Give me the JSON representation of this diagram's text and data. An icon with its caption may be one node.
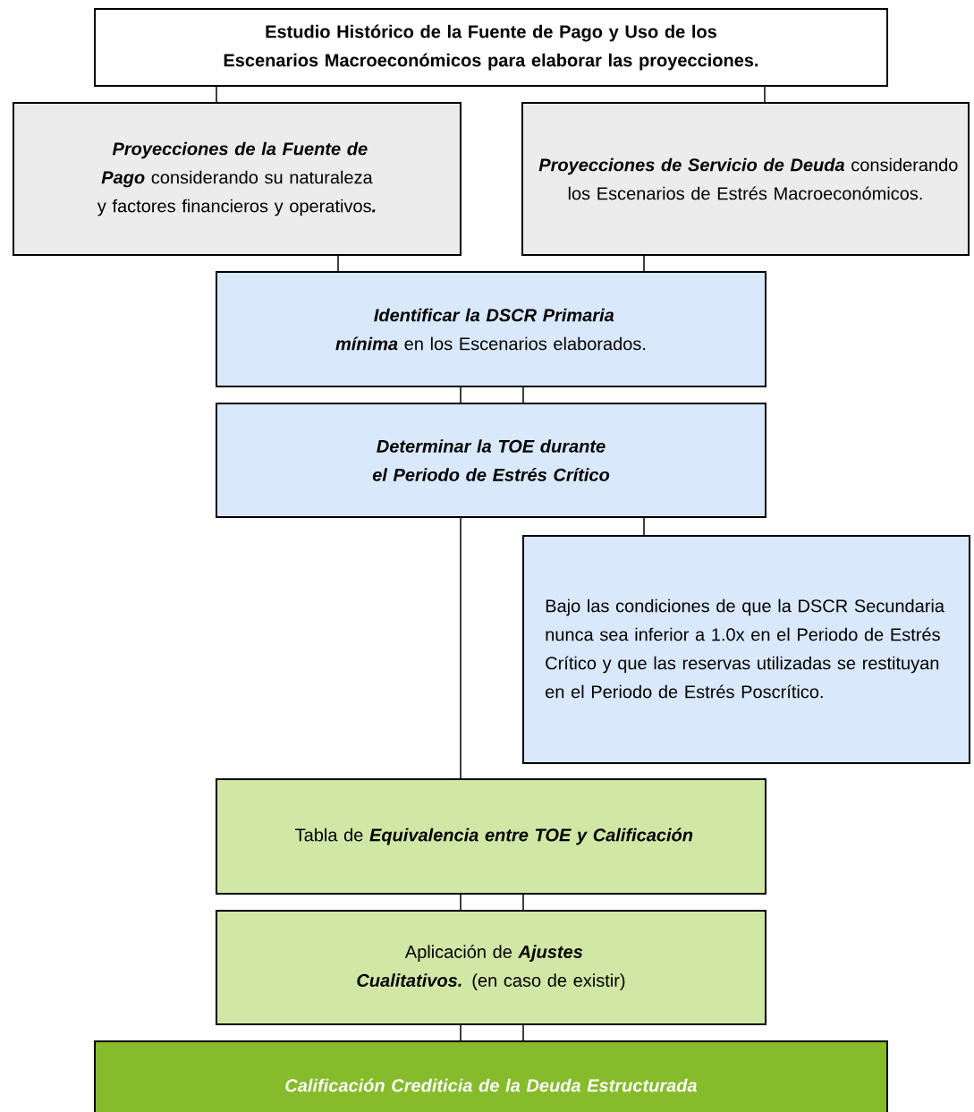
{
  "diagram": {
    "nodes": [
      {
        "text": [
          "Estudio Histórico de la Fuente de Pago y Uso de los Escenarios Macroeconómicos para elaborar las proyecciones."
        ]
      },
      {
        "text": [
          "**Proyecciones de la Fuente de Pago** considerando su naturaleza y factores financieros y operativos**.**"
        ]
      },
      {
        "text": [
          "**Proyecciones de Servicio de Deuda** considerando los Escenarios de Estrés Macroeconómicos."
        ]
      },
      {
        "text": [
          "**Identificar la DSCR Primaria mínima** en los Escenarios elaborados."
        ]
      },
      {
        "text": [
          "Determinar la TOE durante el Periodo de Estrés Crítico"
        ]
      },
      {
        "text": [
          "Bajo las condiciones de que la DSCR Secundaria nunca sea inferior a 1.0x en el Periodo de Estrés Crítico y que las reservas utilizadas se restituyan en el Periodo de Estrés Poscrítico."
        ]
      },
      {
        "text": [
          "Tabla de **Equivalencia entre TOE y Calificación**"
        ]
      },
      {
        "text": [
          "Aplicación de **Ajustes Cualitativos.** (en caso de existir)"
        ]
      },
      {
        "text": [
          "Calificación Crediticia de la Deuda Estructurada"
        ]
      }
    ],
    "edges": [
      {
        "from": 0,
        "to": 1,
        "arrow": "none"
      },
      {
        "from": 0,
        "to": 2,
        "arrow": "none"
      },
      {
        "from": 1,
        "to": 3,
        "arrow": "none"
      },
      {
        "from": 2,
        "to": 3,
        "arrow": "none"
      },
      {
        "from": 3,
        "to": 4,
        "arrow": "none"
      },
      {
        "from": 3,
        "to": 4,
        "arrow": "none"
      },
      {
        "from": 4,
        "to": 6,
        "arrow": "none"
      },
      {
        "from": 4,
        "to": 5,
        "arrow": "none"
      },
      {
        "from": 6,
        "to": 7,
        "arrow": "none"
      },
      {
        "from": 6,
        "to": 7,
        "arrow": "none"
      },
      {
        "from": 7,
        "to": 8,
        "arrow": "none"
      },
      {
        "from": 7,
        "to": 8,
        "arrow": "none"
      }
    ]
  }
}
